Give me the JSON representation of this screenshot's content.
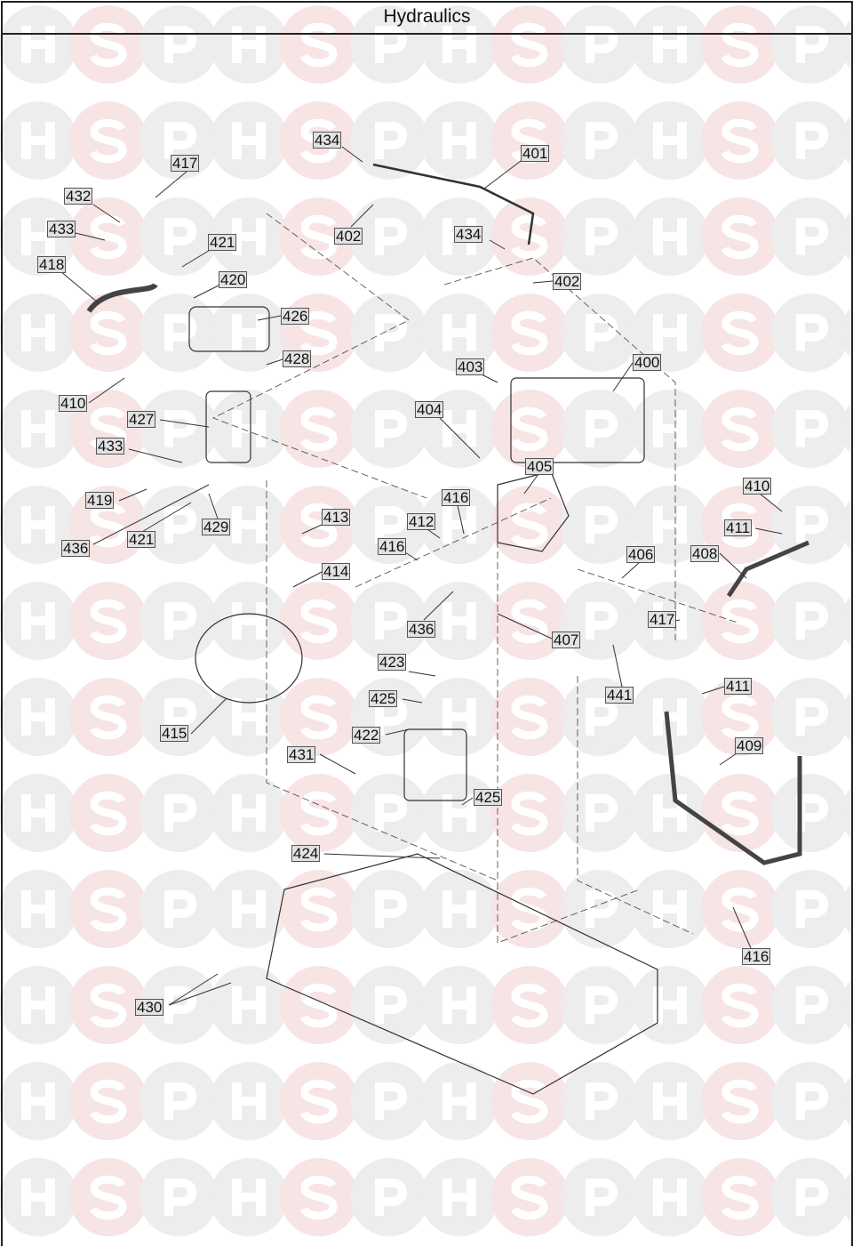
{
  "header": {
    "title": "Hydraulics"
  },
  "watermark": {
    "letters": [
      "H",
      "S",
      "P"
    ],
    "colors": {
      "gray": "#ededed",
      "pink": "#f7e4e4"
    }
  },
  "parts": [
    {
      "id": "p1",
      "label": "434"
    },
    {
      "id": "p2",
      "label": "401"
    },
    {
      "id": "p3",
      "label": "417"
    },
    {
      "id": "p4",
      "label": "432"
    },
    {
      "id": "p5",
      "label": "433"
    },
    {
      "id": "p6",
      "label": "421"
    },
    {
      "id": "p7",
      "label": "434"
    },
    {
      "id": "p8",
      "label": "402"
    },
    {
      "id": "p9",
      "label": "402"
    },
    {
      "id": "p10",
      "label": "418"
    },
    {
      "id": "p11",
      "label": "420"
    },
    {
      "id": "p12",
      "label": "426"
    },
    {
      "id": "p13",
      "label": "428"
    },
    {
      "id": "p14",
      "label": "403"
    },
    {
      "id": "p15",
      "label": "400"
    },
    {
      "id": "p16",
      "label": "410"
    },
    {
      "id": "p17",
      "label": "427"
    },
    {
      "id": "p18",
      "label": "404"
    },
    {
      "id": "p19",
      "label": "433"
    },
    {
      "id": "p20",
      "label": "405"
    },
    {
      "id": "p21",
      "label": "416"
    },
    {
      "id": "p22",
      "label": "410"
    },
    {
      "id": "p23",
      "label": "419"
    },
    {
      "id": "p24",
      "label": "412"
    },
    {
      "id": "p25",
      "label": "413"
    },
    {
      "id": "p26",
      "label": "411"
    },
    {
      "id": "p27",
      "label": "429"
    },
    {
      "id": "p28",
      "label": "421"
    },
    {
      "id": "p29",
      "label": "436"
    },
    {
      "id": "p30",
      "label": "416"
    },
    {
      "id": "p31",
      "label": "408"
    },
    {
      "id": "p32",
      "label": "406"
    },
    {
      "id": "p33",
      "label": "414"
    },
    {
      "id": "p34",
      "label": "417"
    },
    {
      "id": "p35",
      "label": "436"
    },
    {
      "id": "p36",
      "label": "407"
    },
    {
      "id": "p37",
      "label": "423"
    },
    {
      "id": "p38",
      "label": "441"
    },
    {
      "id": "p39",
      "label": "411"
    },
    {
      "id": "p40",
      "label": "425"
    },
    {
      "id": "p41",
      "label": "415"
    },
    {
      "id": "p42",
      "label": "422"
    },
    {
      "id": "p43",
      "label": "409"
    },
    {
      "id": "p44",
      "label": "431"
    },
    {
      "id": "p45",
      "label": "425"
    },
    {
      "id": "p46",
      "label": "424"
    },
    {
      "id": "p47",
      "label": "416"
    },
    {
      "id": "p48",
      "label": "430"
    }
  ]
}
